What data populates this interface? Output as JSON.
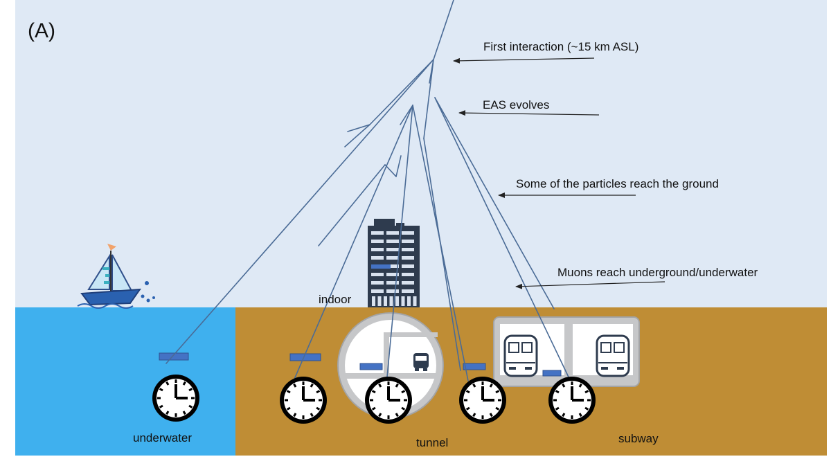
{
  "panel_label": "(A)",
  "annotations": {
    "first_interaction": "First interaction (~15 km ASL)",
    "eas_evolves": "EAS evolves",
    "particles_reach_ground": "Some of the particles reach the ground",
    "muons_reach": "Muons  reach underground/underwater"
  },
  "locations": {
    "indoor": "indoor",
    "underwater": "underwater",
    "tunnel": "tunnel",
    "subway": "subway"
  },
  "colors": {
    "sky": "#dfe9f5",
    "water": "#3fb0ee",
    "ground": "#bf8d35",
    "shower_line": "#4a6b96",
    "detector": "#4472c4",
    "tunnel_gray": "#c6c7c9",
    "building": "#2e3b4e"
  },
  "icons": [
    "sailboat-icon",
    "building-icon",
    "clock-icon",
    "train-icon"
  ]
}
